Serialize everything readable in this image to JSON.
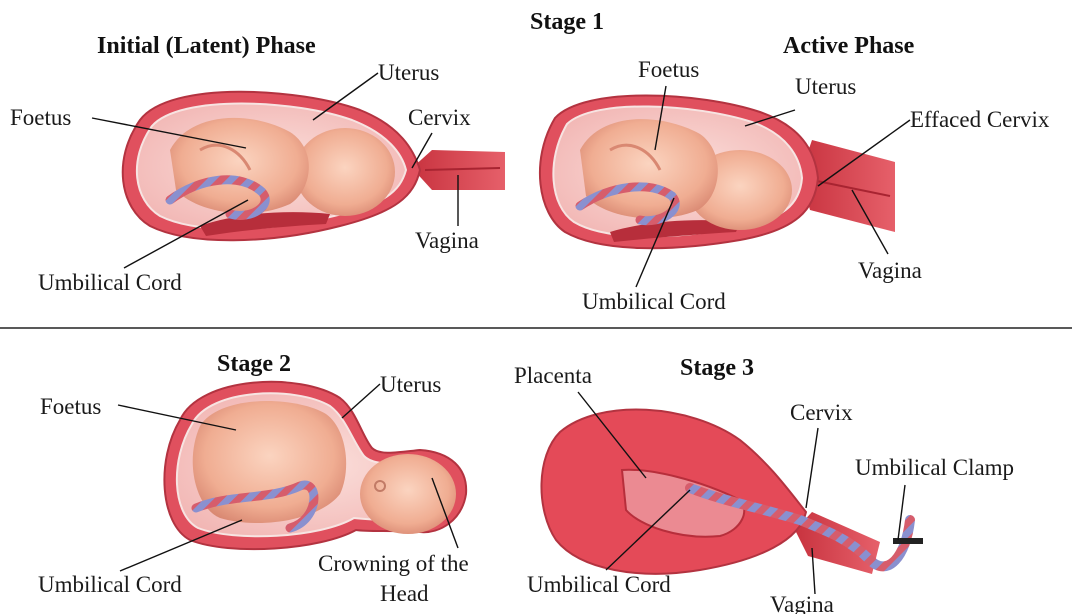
{
  "stage1": {
    "title": "Stage 1",
    "latent": {
      "title": "Initial (Latent) Phase",
      "labels": {
        "uterus": "Uterus",
        "foetus": "Foetus",
        "cervix": "Cervix",
        "vagina": "Vagina",
        "umbilical_cord": "Umbilical Cord"
      }
    },
    "active": {
      "title": "Active Phase",
      "labels": {
        "foetus": "Foetus",
        "uterus": "Uterus",
        "effaced_cervix": "Effaced Cervix",
        "vagina": "Vagina",
        "umbilical_cord": "Umbilical Cord"
      }
    }
  },
  "stage2": {
    "title": "Stage 2",
    "labels": {
      "foetus": "Foetus",
      "uterus": "Uterus",
      "umbilical_cord": "Umbilical Cord",
      "crowning_line1": "Crowning of the",
      "crowning_line2": "Head"
    }
  },
  "stage3": {
    "title": "Stage 3",
    "labels": {
      "placenta": "Placenta",
      "cervix": "Cervix",
      "umbilical_clamp": "Umbilical Clamp",
      "umbilical_cord": "Umbilical Cord",
      "vagina": "Vagina"
    }
  },
  "colors": {
    "uterus_wall": "#e0505e",
    "uterus_inner": "#f6c6c4",
    "foetus_skin": "#f2b59a",
    "cord_blue": "#7d86c6",
    "clamp": "#222222"
  }
}
